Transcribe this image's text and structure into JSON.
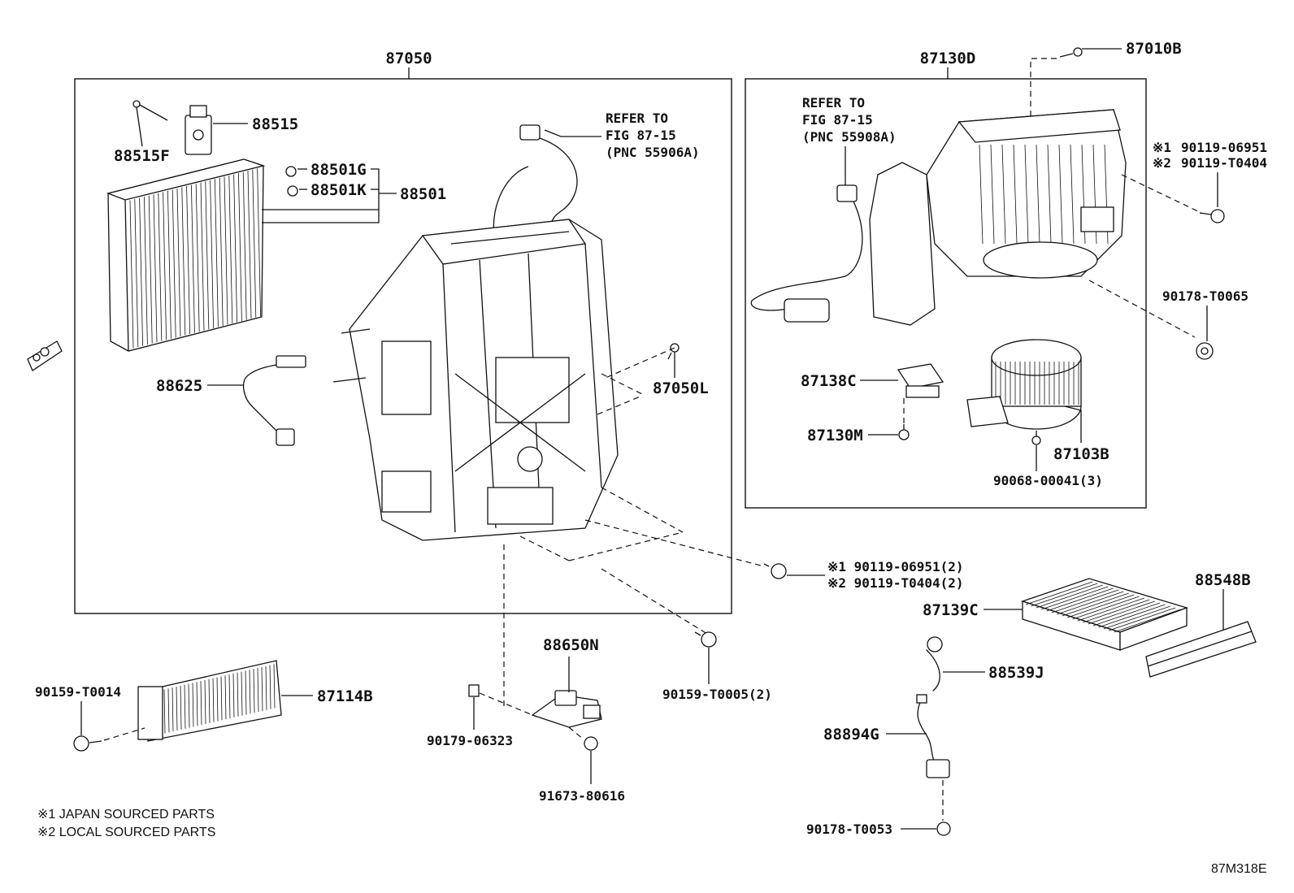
{
  "labels": {
    "p87050": "87050",
    "p88515": "88515",
    "p88515F": "88515F",
    "p88501G": "88501G",
    "p88501K": "88501K",
    "p88501": "88501",
    "refer1_a": "REFER TO",
    "refer1_b": "FIG 87-15",
    "refer1_c": "(PNC 55906A)",
    "p88625": "88625",
    "p87050L": "87050L",
    "p87130D": "87130D",
    "p87010B": "87010B",
    "refer2_a": "REFER TO",
    "refer2_b": "FIG 87-15",
    "refer2_c": "(PNC 55908A)",
    "x1": "※1",
    "x2": "※2",
    "p90119_06951": "90119-06951",
    "p90119_T0404": "90119-T0404",
    "p90178_T0065": "90178-T0065",
    "p87138C": "87138C",
    "p87130M": "87130M",
    "p87103B": "87103B",
    "p90068": "90068-00041(3)",
    "p90119_06951_2": "※1 90119-06951(2)",
    "p90119_T0404_2": "※2 90119-T0404(2)",
    "p88548B": "88548B",
    "p87139C": "87139C",
    "p88539J": "88539J",
    "p88894G": "88894G",
    "p90178_T0053": "90178-T0053",
    "p88650N": "88650N",
    "p90159_T0005": "90159-T0005(2)",
    "p90179_06323": "90179-06323",
    "p91673_80616": "91673-80616",
    "p90159_T0014": "90159-T0014",
    "p87114B": "87114B",
    "note1": "※1 JAPAN SOURCED PARTS",
    "note2": "※2 LOCAL SOURCED PARTS",
    "figcode": "87M318E"
  }
}
